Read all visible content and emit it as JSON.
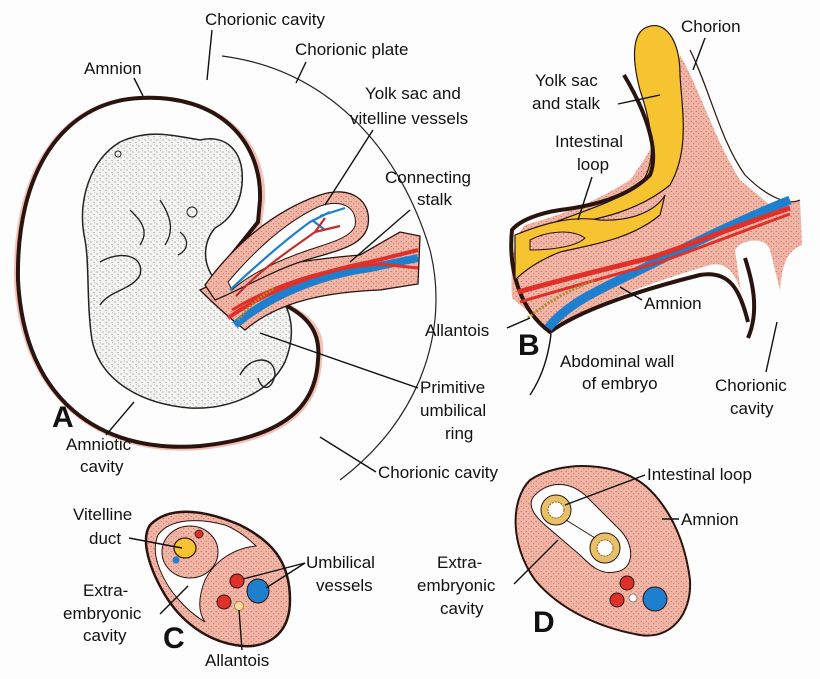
{
  "colors": {
    "tissue": "#f2b4a4",
    "tissue_dots": "#b07060",
    "outline": "#2a1410",
    "artery": "#e0302a",
    "vein": "#1e7fcf",
    "yolk": "#f5c430",
    "background": "#fdfdfd"
  },
  "panels": {
    "a": "A",
    "b": "B",
    "c": "C",
    "d": "D"
  },
  "panel_a": {
    "chorionic_cavity_top": "Chorionic cavity",
    "chorionic_plate": "Chorionic plate",
    "amnion": "Amnion",
    "yolk_sac_line1": "Yolk sac and",
    "yolk_sac_line2": "vitelline vessels",
    "connecting_line1": "Connecting",
    "connecting_line2": "stalk",
    "primitive_line1": "Primitive",
    "primitive_line2": "umbilical",
    "primitive_line3": "ring",
    "amniotic_line1": "Amniotic",
    "amniotic_line2": "cavity",
    "chorionic_cavity_bottom": "Chorionic cavity"
  },
  "panel_b": {
    "chorion": "Chorion",
    "yolk_line1": "Yolk sac",
    "yolk_line2": "and stalk",
    "intestinal_line1": "Intestinal",
    "intestinal_line2": "loop",
    "amnion": "Amnion",
    "allantois": "Allantois",
    "abdominal_line1": "Abdominal wall",
    "abdominal_line2": "of embryo",
    "chorionic_line1": "Chorionic",
    "chorionic_line2": "cavity"
  },
  "panel_c": {
    "vitelline_line1": "Vitelline",
    "vitelline_line2": "duct",
    "umbilical_line1": "Umbilical",
    "umbilical_line2": "vessels",
    "extra_line1": "Extra-",
    "extra_line2": "embryonic",
    "extra_line3": "cavity",
    "allantois": "Allantois"
  },
  "panel_d": {
    "intestinal_loop": "Intestinal loop",
    "amnion": "Amnion",
    "extra_line1": "Extra-",
    "extra_line2": "embryonic",
    "extra_line3": "cavity"
  }
}
